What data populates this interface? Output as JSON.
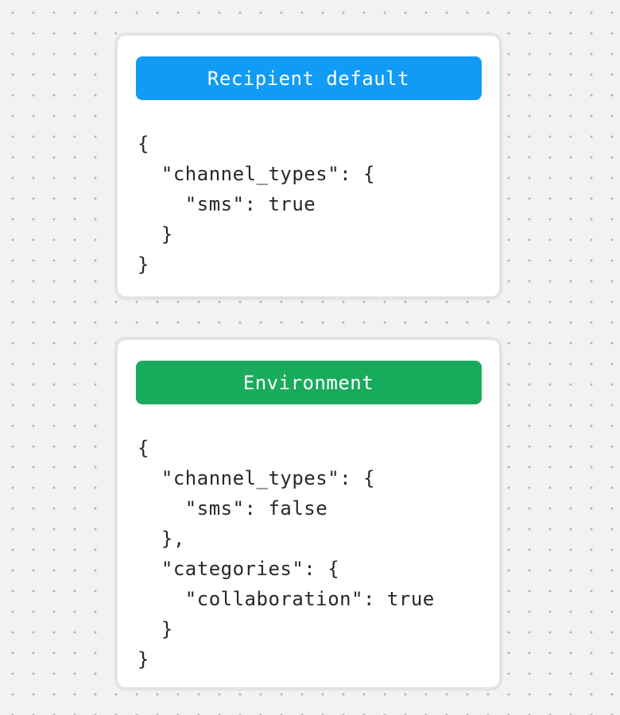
{
  "page": {
    "background_color": "#f2f2f2",
    "dot_color": "#b3b3b3"
  },
  "cards": [
    {
      "title": "Recipient default",
      "accent_color": "#109bf7",
      "code_lines": [
        "{",
        "  \"channel_types\": {",
        "    \"sms\": true",
        "  }",
        "}"
      ]
    },
    {
      "title": "Environment",
      "accent_color": "#19ab5c",
      "code_lines": [
        "{",
        "  \"channel_types\": {",
        "    \"sms\": false",
        "  },",
        "  \"categories\": {",
        "    \"collaboration\": true",
        "  }",
        "}"
      ]
    }
  ]
}
